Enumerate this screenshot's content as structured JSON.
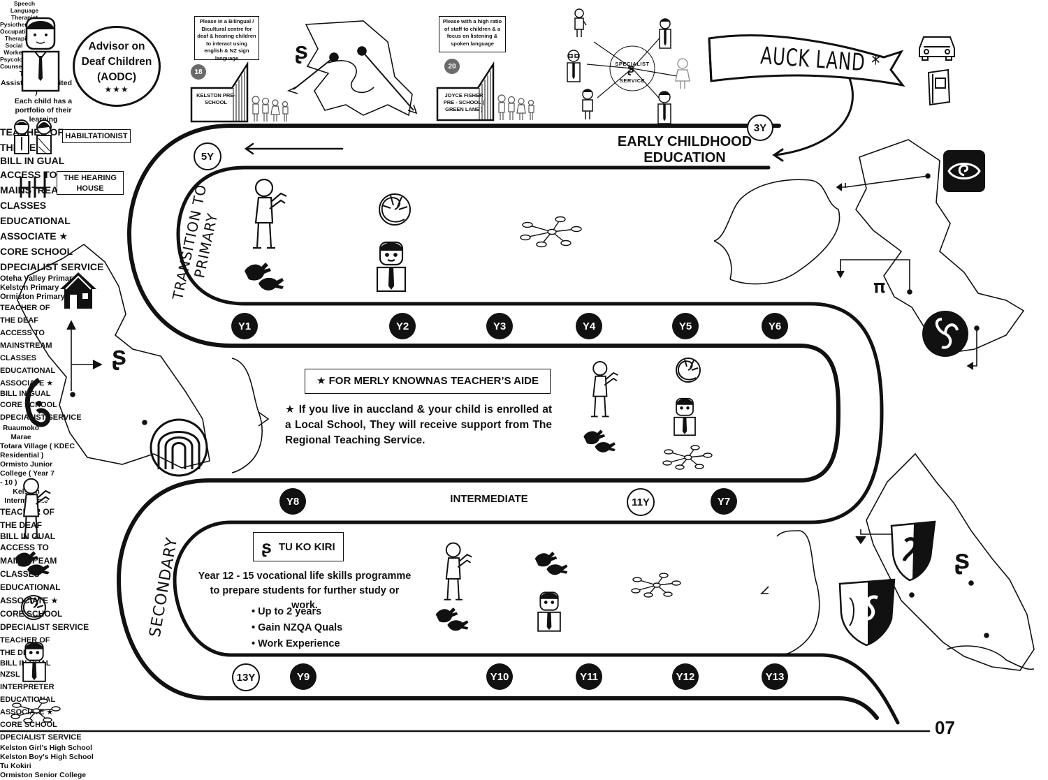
{
  "aodc": {
    "title": "Advisor on Deaf Children (AODC)"
  },
  "habilitationist": "HABILTATIONIST",
  "hearing_house": "THE HEARING HOUSE",
  "kelston_preschool": {
    "badge": "18",
    "sign": "KELSTON PRE-SCHOOL",
    "note": "Please in a Bilingual / Bicultural centre for deaf & hearing children to interact using english & NZ sign language"
  },
  "joyce_fisher": {
    "badge": "20",
    "sign": "JOYCE FISHER PRE - SCHOOL ( GREEN LANE )",
    "note": "Please with a high ratio of staff to children & a focus on listening & spoken language"
  },
  "specialist": {
    "center": "SPECIALIST SERVICE",
    "roles": [
      "Speech Language Therapist",
      "Pysiotherapist",
      "Occupational Therapist",
      "Social Worker",
      "Psycologist",
      "Counsellor"
    ]
  },
  "auckland": "AUCK LAND *",
  "transport": "Transport Assistance ( Limited )",
  "portfolio": "Each child has a portfolio of their learning",
  "stages": {
    "early": "EARLY CHILDHOOD EDUCATION",
    "transition": "TRANSITION TO PRIMARY",
    "intermediate": "INTERMEDIATE",
    "secondary": "SECONDARY"
  },
  "ages": {
    "a3": "3Y",
    "a5": "5Y",
    "a11": "11Y",
    "a13": "13Y"
  },
  "years": {
    "y1": "Y1",
    "y2": "Y2",
    "y3": "Y3",
    "y4": "Y4",
    "y5": "Y5",
    "y6": "Y6",
    "y7": "Y7",
    "y8": "Y8",
    "y9": "Y9",
    "y10": "Y10",
    "y11": "Y11",
    "y12": "Y12",
    "y13": "Y13"
  },
  "support": {
    "teacher": "TEACHER OF THE DEAF",
    "bilingual": "BILL IN GUAL",
    "access": "ACCESS TO MAINSTREAM CLASSES",
    "associate": "EDUCATIONAL ASSOCIATE ★",
    "core": "CORE SCHOOL DPECIALIST SERVICE",
    "nzsl": "NZSL INTERPRETER"
  },
  "primary_schools": {
    "oteha": "Oteha Valley Primary",
    "kelston": "Kelston Primary",
    "ormiston": "Ormiston Primary"
  },
  "intermediate_schools": {
    "marae": "Ruaumoko Marae",
    "totara": "Totara Village ( KDEC Residential )",
    "ormisto": "Ormisto Junior College ( Year 7 - 10 )",
    "kelston": "Kelston Intermediate"
  },
  "aide": {
    "heading": "★ FOR MERLY KNOWNAS TEACHER’S AIDE",
    "text": "★  If you live in auccland & your child is enrolled at a Local School, They will receive support from The Regional Teaching Service."
  },
  "tukokiri": {
    "title": "TU KO KIRI",
    "desc": "Year 12 - 15 vocational life skills programme to prepare students for further study or work.",
    "bullets": [
      "Up to 2 years",
      "Gain NZQA Quals",
      "Work Experience"
    ]
  },
  "secondary_schools": {
    "girls": "Kelston Girl's High School",
    "boys": "Kelston Boy's High School",
    "tukokiri": "Tu Kokiri",
    "ormiston": "Ormiston Senior College"
  },
  "page_number": "07"
}
